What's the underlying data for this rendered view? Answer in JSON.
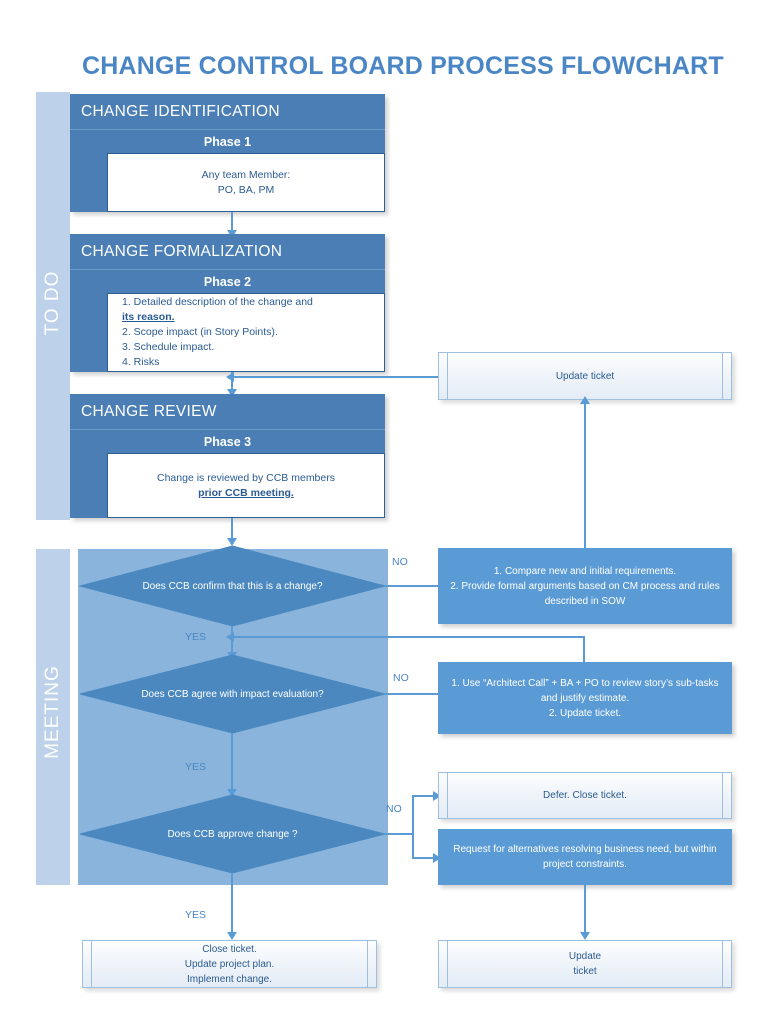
{
  "title": "CHANGE CONTROL BOARD PROCESS FLOWCHART",
  "colors": {
    "title": "#4a86c5",
    "header_band": "#4a7eb5",
    "lane_label_strip": "#bdd2ea",
    "lane_body": "#8ab4dc",
    "process_box": "#5b9bd5",
    "diamond_fill": "#4a88bf",
    "connector": "#5b9bd5",
    "text_blue": "#2a5b92"
  },
  "lanes": [
    {
      "label": "TO DO"
    },
    {
      "label": "MEETING"
    }
  ],
  "phases": [
    {
      "heading": "CHANGE IDENTIFICATION",
      "subheading": "Phase 1",
      "lines": [
        "Any team Member:",
        "PO, BA, PM"
      ]
    },
    {
      "heading": "CHANGE FORMALIZATION",
      "subheading": "Phase 2",
      "lines": [
        "1.  Detailed description of the change and ",
        "its reason.",
        "2. Scope impact (in Story Points).",
        "3. Schedule impact.",
        "4. Risks"
      ]
    },
    {
      "heading": "CHANGE REVIEW",
      "subheading": "Phase 3",
      "lines": [
        "Change is reviewed by CCB members",
        "prior CCB meeting."
      ]
    }
  ],
  "decisions": [
    {
      "text": "Does CCB confirm that this is a change?"
    },
    {
      "text": "Does CCB agree with impact evaluation?"
    },
    {
      "text": "Does CCB approve change ?"
    }
  ],
  "process_boxes": [
    {
      "name": "compare-requirements",
      "lines": [
        "1.  Compare new and initial requirements.",
        "2. Provide formal arguments based on CM process and rules",
        "described in SOW"
      ]
    },
    {
      "name": "architect-call",
      "lines": [
        "1. Use “Architect Call” + BA + PO to review story’s sub-tasks",
        "and justify estimate.",
        "2.  Update ticket."
      ]
    },
    {
      "name": "request-alternatives",
      "lines": [
        "Request for alternatives resolving business need, but within",
        "project constraints."
      ]
    }
  ],
  "terminal_boxes": [
    {
      "name": "update-ticket-top",
      "lines": [
        "Update ticket"
      ]
    },
    {
      "name": "defer-close-ticket",
      "lines": [
        "Defer.  Close ticket."
      ]
    },
    {
      "name": "close-ticket-summary",
      "lines": [
        "Close ticket.",
        "Update project plan.",
        "Implement change."
      ]
    },
    {
      "name": "update-ticket-bottom",
      "lines": [
        "Update",
        "ticket"
      ]
    }
  ],
  "edge_labels": {
    "no1": "NO",
    "yes1": "YES",
    "no2": "NO",
    "yes2": "YES",
    "no3": "NO",
    "yes3": "YES"
  }
}
